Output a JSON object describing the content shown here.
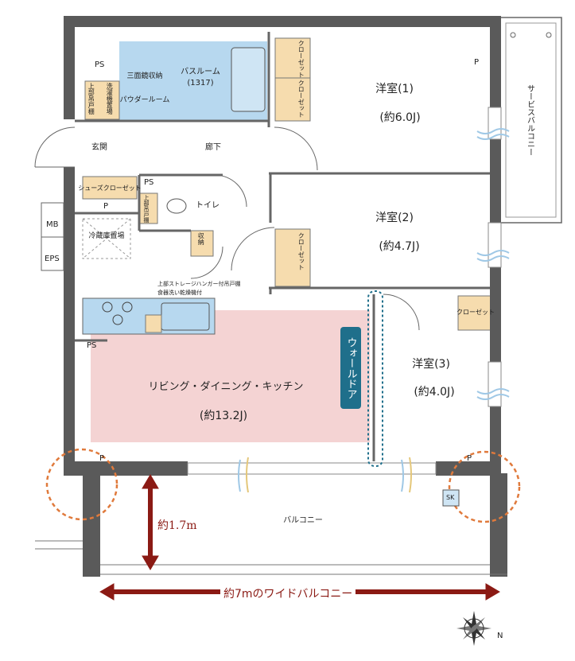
{
  "rooms": {
    "western1": {
      "name": "洋室(1)",
      "size": "(約6.0J)"
    },
    "western2": {
      "name": "洋室(2)",
      "size": "(約4.7J)"
    },
    "western3": {
      "name": "洋室(3)",
      "size": "(約4.0J)"
    },
    "ldk": {
      "name": "リビング・ダイニング・キッチン",
      "size": "(約13.2J)"
    },
    "bathroom": {
      "name": "バスルーム",
      "size": "(1317)"
    },
    "powder": "パウダールーム",
    "three_mirror": "三面鏡収納",
    "washer": "洗濯機置場",
    "upper_cabinet": "上部吊戸棚",
    "corridor": "廊下",
    "entrance": "玄関",
    "shoes": "シューズクローゼット",
    "toilet": "トイレ",
    "toilet_cabinet": "上部吊戸棚",
    "storage": "収納",
    "fridge": "冷蔵庫置場",
    "kitchen_note1": "上部ストレージハンガー付吊戸棚",
    "kitchen_note2": "食器洗い乾燥機付",
    "balcony": "バルコニー",
    "service_balcony": "サービスバルコニー"
  },
  "closets": {
    "c1a": "クローゼット",
    "c1b": "クローゼット",
    "c2": "クローゼット",
    "c3": "クローゼット"
  },
  "markers": {
    "ps": "PS",
    "p": "P",
    "mb": "MB",
    "eps": "EPS",
    "sk": "SK"
  },
  "walk_door": "ウォールドア",
  "balcony_depth": "約1.7m",
  "wide_balcony": "約7mのワイドバルコニー",
  "compass": "N",
  "colors": {
    "wall": "#5a5a5a",
    "ldk_fill": "#f4d3d3",
    "wet_fill": "#b7d8ef",
    "closet_fill": "#f6dcae",
    "accent": "#8b1a14",
    "walk_door": "#1f6f8b",
    "circle": "#e07a3c"
  }
}
